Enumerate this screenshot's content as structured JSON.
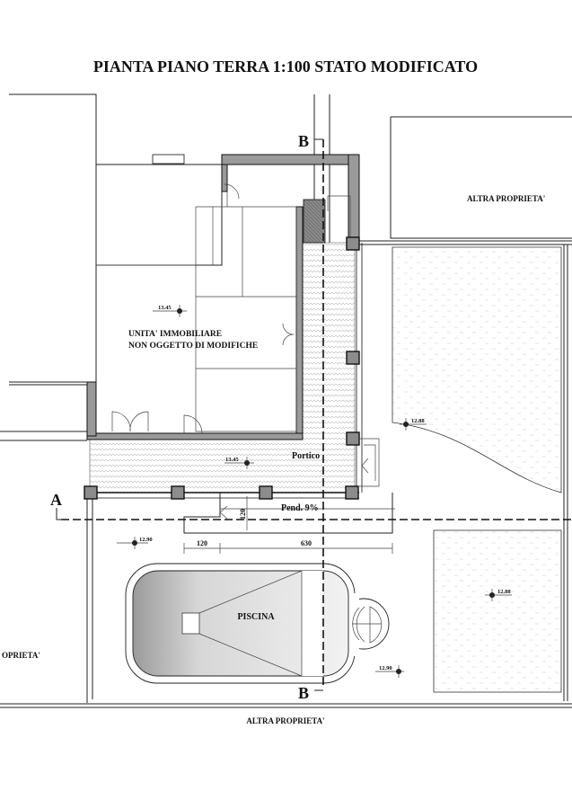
{
  "title": "PIANTA PIANO TERRA 1:100 STATO MODIFICATO",
  "neighbors": {
    "top_right": "ALTRA PROPRIETA'",
    "bottom": "ALTRA PROPRIETA'",
    "left_partial": "OPRIETA'"
  },
  "sections": {
    "b_top": "B",
    "b_bottom": "B",
    "a": "A"
  },
  "unit_label": {
    "line1": "UNITA' IMMOBILIARE",
    "line2": "NON OGGETTO DI MODIFICHE"
  },
  "elevations": {
    "interior": "13.45",
    "portico": "13.45",
    "garden_left": "12.90",
    "garden_pool": "12.90",
    "garden_right_top": "12.88",
    "garden_right_bottom": "12.88"
  },
  "portico_label": "Portico",
  "ramp_label": "Pend. 9%",
  "dimensions": {
    "ramp_depth": "120",
    "offset": "120",
    "length": "630"
  },
  "pool_label": "PISCINA"
}
